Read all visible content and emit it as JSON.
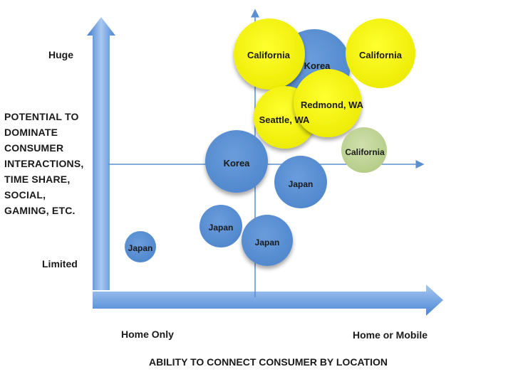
{
  "y_axis": {
    "title_lines": [
      "POTENTIAL TO",
      "DOMINATE",
      "CONSUMER",
      "INTERACTIONS,",
      "TIME SHARE,",
      "SOCIAL,",
      "GAMING, ETC."
    ],
    "top_label": "Huge",
    "bottom_label": "Limited"
  },
  "x_axis": {
    "title": "ABILITY TO CONNECT CONSUMER BY LOCATION",
    "left_label": "Home Only",
    "right_label": "Home or Mobile"
  },
  "colors": {
    "blue": "#5a90d4",
    "yellow": "#f5f200",
    "green": "#c2d59a",
    "axis": "#5b8fd0"
  },
  "bubbles": [
    {
      "label": "Korea",
      "color": "blue"
    },
    {
      "label": "California",
      "color": "yellow"
    },
    {
      "label": "California",
      "color": "yellow"
    },
    {
      "label": "Seattle, WA",
      "color": "yellow"
    },
    {
      "label": "Redmond, WA",
      "color": "yellow"
    },
    {
      "label": "California",
      "color": "green"
    },
    {
      "label": "Korea",
      "color": "blue"
    },
    {
      "label": "Japan",
      "color": "blue"
    },
    {
      "label": "Japan",
      "color": "blue"
    },
    {
      "label": "Japan",
      "color": "blue"
    },
    {
      "label": "Japan",
      "color": "blue"
    }
  ]
}
